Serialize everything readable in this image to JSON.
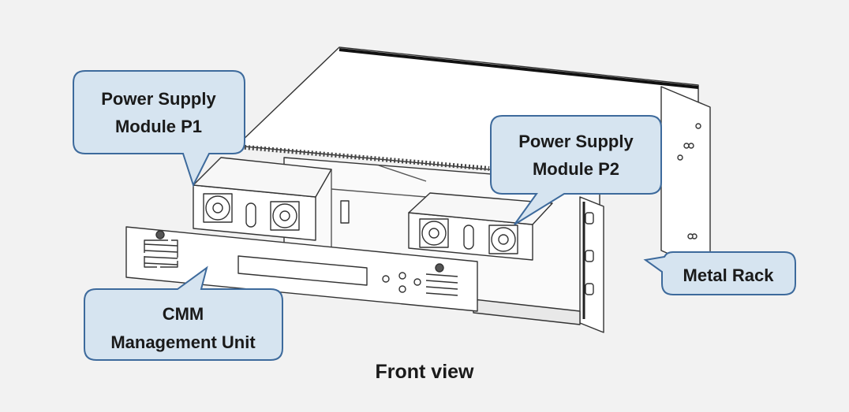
{
  "callouts": {
    "p1": {
      "line1": "Power Supply",
      "line2": "Module P1"
    },
    "p2": {
      "line1": "Power Supply",
      "line2": "Module P2"
    },
    "cmm": {
      "line1": "CMM",
      "line2": "Management Unit"
    },
    "rack": {
      "line1": "Metal Rack"
    }
  },
  "caption": "Front view",
  "colors": {
    "callout_fill": "#d6e4f0",
    "callout_stroke": "#3d6a9c",
    "drawing_stroke": "#333333",
    "background": "#f2f2f2"
  }
}
